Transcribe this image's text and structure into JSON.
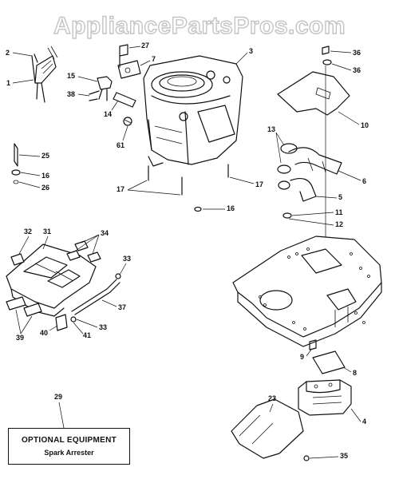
{
  "watermark": "AppliancePartsPros.com",
  "optional_box": {
    "title": "OPTIONAL EQUIPMENT",
    "subtitle": "Spark Arrester"
  },
  "callouts": [
    {
      "id": "2",
      "name": "callout-2"
    },
    {
      "id": "1",
      "name": "callout-1"
    },
    {
      "id": "15",
      "name": "callout-15"
    },
    {
      "id": "38",
      "name": "callout-38"
    },
    {
      "id": "27",
      "name": "callout-27"
    },
    {
      "id": "7",
      "name": "callout-7"
    },
    {
      "id": "3",
      "name": "callout-3"
    },
    {
      "id": "14",
      "name": "callout-14"
    },
    {
      "id": "61",
      "name": "callout-61"
    },
    {
      "id": "36",
      "name": "callout-36-a"
    },
    {
      "id": "36",
      "name": "callout-36-b"
    },
    {
      "id": "10",
      "name": "callout-10"
    },
    {
      "id": "25",
      "name": "callout-25"
    },
    {
      "id": "16",
      "name": "callout-16-a"
    },
    {
      "id": "26",
      "name": "callout-26"
    },
    {
      "id": "13",
      "name": "callout-13"
    },
    {
      "id": "6",
      "name": "callout-6"
    },
    {
      "id": "17",
      "name": "callout-17-a"
    },
    {
      "id": "17",
      "name": "callout-17-b"
    },
    {
      "id": "16",
      "name": "callout-16-b"
    },
    {
      "id": "5",
      "name": "callout-5"
    },
    {
      "id": "11",
      "name": "callout-11"
    },
    {
      "id": "12",
      "name": "callout-12"
    },
    {
      "id": "32",
      "name": "callout-32"
    },
    {
      "id": "31",
      "name": "callout-31"
    },
    {
      "id": "34",
      "name": "callout-34"
    },
    {
      "id": "33",
      "name": "callout-33-a"
    },
    {
      "id": "37",
      "name": "callout-37"
    },
    {
      "id": "39",
      "name": "callout-39"
    },
    {
      "id": "40",
      "name": "callout-40"
    },
    {
      "id": "41",
      "name": "callout-41"
    },
    {
      "id": "33",
      "name": "callout-33-b"
    },
    {
      "id": "9",
      "name": "callout-9"
    },
    {
      "id": "8",
      "name": "callout-8"
    },
    {
      "id": "29",
      "name": "callout-29"
    },
    {
      "id": "23",
      "name": "callout-23"
    },
    {
      "id": "4",
      "name": "callout-4"
    },
    {
      "id": "35",
      "name": "callout-35"
    }
  ]
}
